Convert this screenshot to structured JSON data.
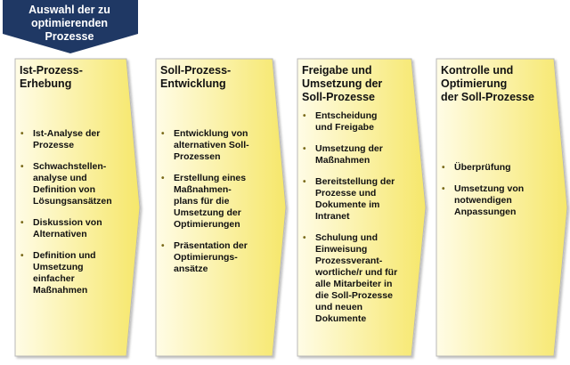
{
  "header": {
    "text": "Auswahl der zu optimierenden Prozesse",
    "fill_color": "#1f3864"
  },
  "colors": {
    "arrow_stroke": "#b9b9b9",
    "gradient_left": "#fffce6",
    "gradient_right": "#f6e76a",
    "text": "#111111"
  },
  "phases": [
    {
      "title": "Ist-Prozess-\nErhebung",
      "items": [
        "Ist-Analyse der\nProzesse",
        "Schwachstellen-\nanalyse und\nDefinition von\nLösungsansätzen",
        "Diskussion von\nAlternativen",
        "Definition und\nUmsetzung\neinfacher\nMaßnahmen"
      ]
    },
    {
      "title": "Soll-Prozess-\nEntwicklung",
      "items": [
        "Entwicklung von\nalternativen Soll-\nProzessen",
        "Erstellung eines\nMaßnahmen-\nplans für die\nUmsetzung der\nOptimierungen",
        "Präsentation der\nOptimierungs-\nansätze"
      ]
    },
    {
      "title": "Freigabe und\nUmsetzung der\nSoll-Prozesse",
      "items": [
        "Entscheidung\nund Freigabe",
        "Umsetzung der\nMaßnahmen",
        "Bereitstellung der\nProzesse und\nDokumente im\nIntranet",
        "Schulung und\nEinweisung\nProzessverant-\nwortliche/r und für\nalle Mitarbeiter in\ndie Soll-Prozesse\nund neuen\nDokumente"
      ]
    },
    {
      "title": "Kontrolle und\nOptimierung\nder Soll-Prozesse",
      "items": [
        "Überprüfung",
        "Umsetzung von\nnotwendigen\nAnpassungen"
      ]
    }
  ]
}
